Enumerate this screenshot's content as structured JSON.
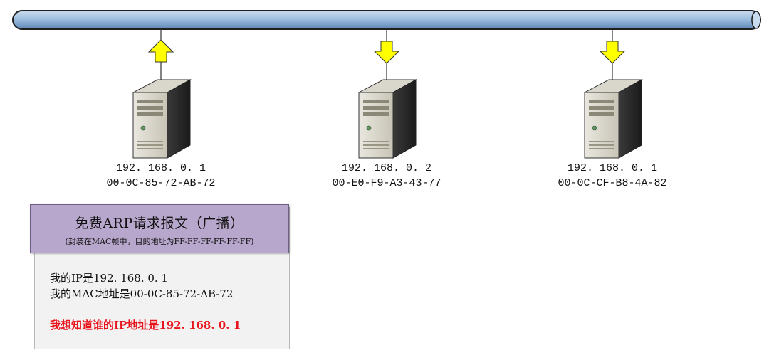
{
  "hosts": [
    {
      "ip": "192. 168. 0. 1",
      "mac": "00-0C-85-72-AB-72",
      "arrow": "up-arrow-icon"
    },
    {
      "ip": "192. 168. 0. 2",
      "mac": "00-E0-F9-A3-43-77",
      "arrow": "down-arrow-icon"
    },
    {
      "ip": "192. 168. 0. 1",
      "mac": "00-0C-CF-B8-4A-82",
      "arrow": "down-arrow-icon"
    }
  ],
  "packet": {
    "title": "免费ARP请求报文（广播）",
    "subtitle": "(封装在MAC帧中，目的地址为FF-FF-FF-FF-FF-FF)",
    "line1": "我的IP是192. 168. 0. 1",
    "line2": "我的MAC地址是00-0C-85-72-AB-72",
    "question": "我想知道谁的IP地址是192. 168. 0. 1"
  },
  "colors": {
    "bus": "#8eb3d6",
    "arrow": "#ffff00",
    "header": "#b8a7cc",
    "question": "#e8141c"
  }
}
